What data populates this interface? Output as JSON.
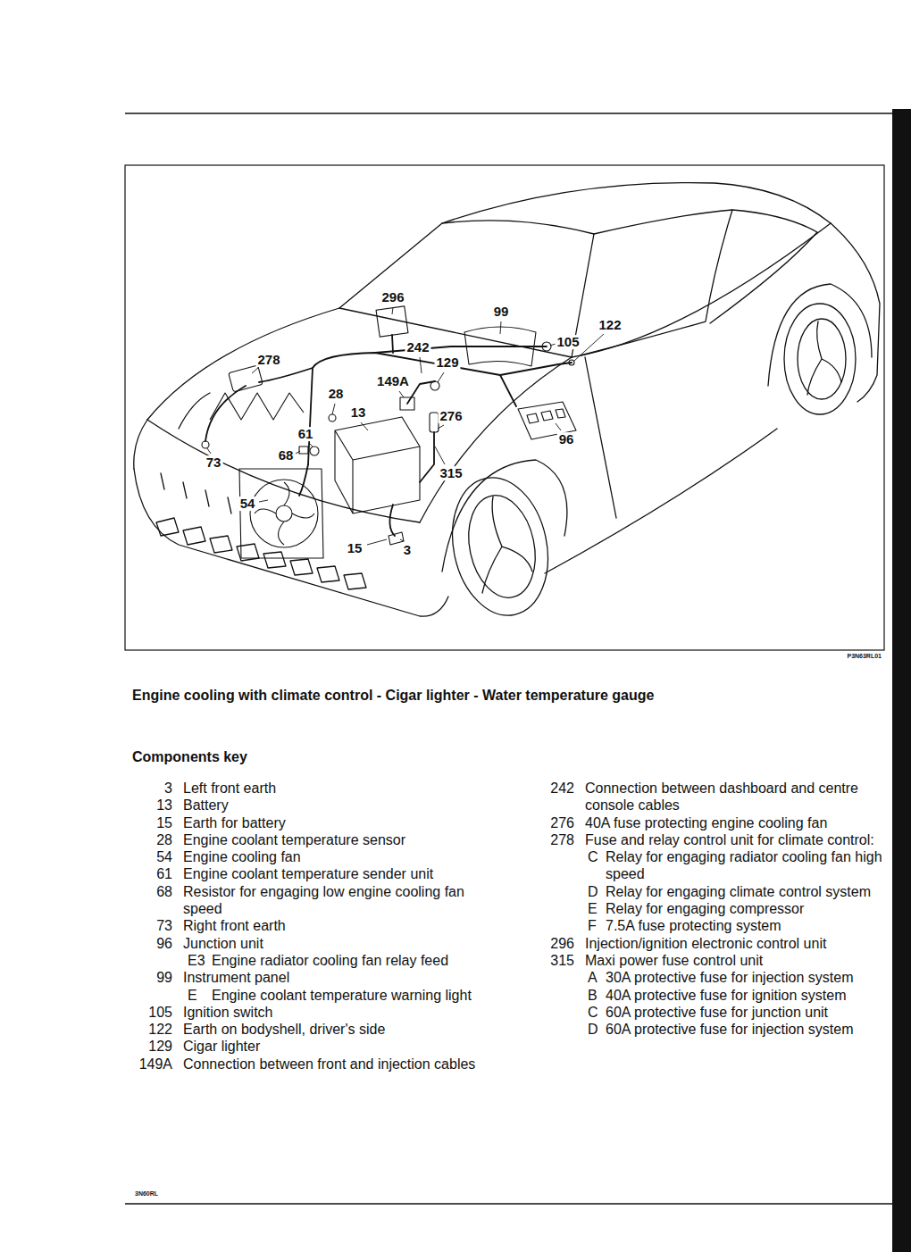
{
  "diagram": {
    "title": "Engine cooling with climate control - Cigar lighter - Water temperature gauge",
    "labels": [
      "296",
      "99",
      "122",
      "105",
      "278",
      "242",
      "129",
      "149A",
      "28",
      "13",
      "276",
      "61",
      "96",
      "73",
      "68",
      "315",
      "54",
      "15",
      "3",
      "P3N63RL01",
      "Components key",
      "3",
      "Left front earth",
      "13",
      "Battery",
      "15",
      "Earth for battery",
      "28",
      "Engine coolant temperature sensor",
      "54",
      "Engine cooling fan",
      "61",
      "Engine coolant temperature sender unit",
      "68",
      "Resistor for engaging low engine cooling fan speed",
      "73",
      "Right front earth",
      "96",
      "Junction unit",
      "E3",
      "Engine radiator cooling fan relay feed",
      "99",
      "Instrument panel",
      "E",
      "Engine coolant temperature warning light",
      "105",
      "Ignition switch",
      "122",
      "Earth on bodyshell, driver's side",
      "129",
      "Cigar lighter",
      "149A",
      "Connection between front and injection cables",
      "242",
      "Connection between dashboard and centre console cables",
      "276",
      "40A fuse protecting engine cooling fan",
      "278",
      "Fuse and relay control unit for climate control:",
      "C",
      "Relay for engaging radiator cooling fan high speed",
      "D",
      "Relay for engaging climate control system",
      "E",
      "Relay for engaging compressor",
      "F",
      "7.5A fuse protecting system",
      "296",
      "Injection/ignition electronic control unit",
      "315",
      "Maxi power fuse control unit",
      "A",
      "30A protective fuse for injection system",
      "B",
      "40A protective fuse for ignition system",
      "C",
      "60A protective fuse for junction unit",
      "D",
      "60A protective fuse for injection system",
      "3N60RL"
    ]
  }
}
